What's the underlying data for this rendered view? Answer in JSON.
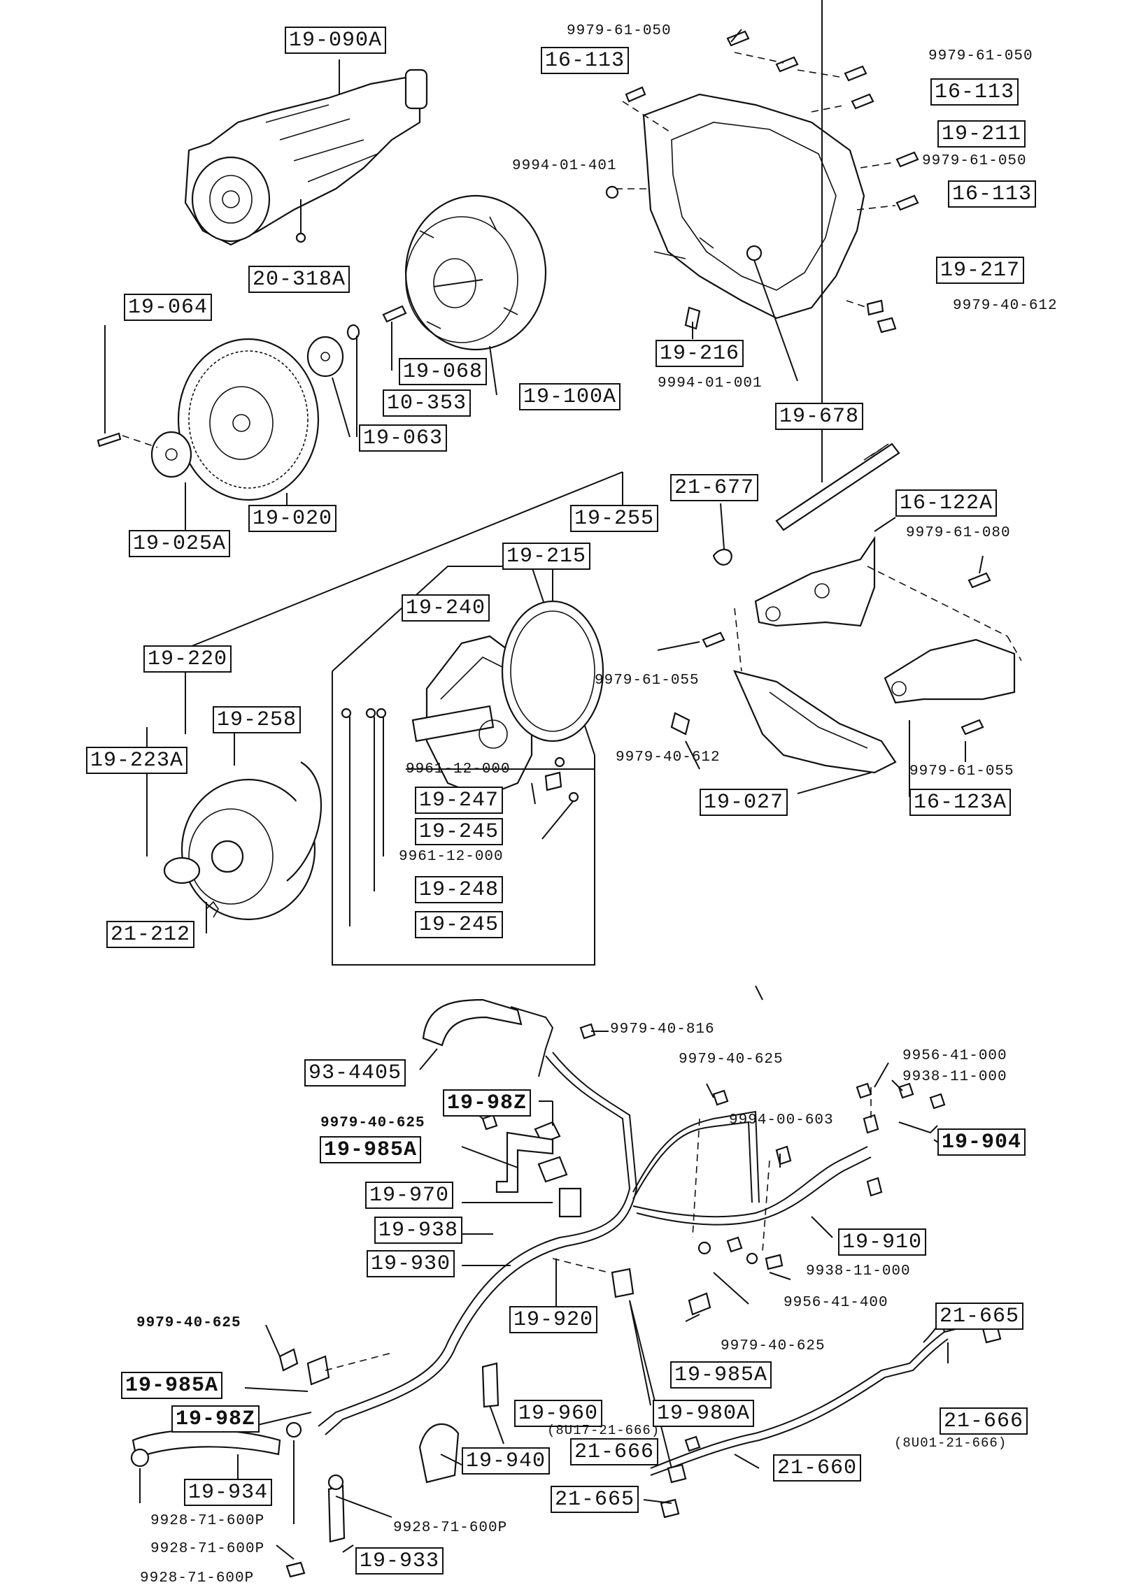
{
  "labels": {
    "l_19_090a": "19-090A",
    "l_20_318a": "20-318A",
    "l_19_064": "19-064",
    "l_19_068": "19-068",
    "l_10_353": "10-353",
    "l_19_100a": "19-100A",
    "l_19_063": "19-063",
    "l_19_020": "19-020",
    "l_19_025a": "19-025A",
    "l_9979_61_050_a": "9979-61-050",
    "l_16_113_a": "16-113",
    "l_9979_61_050_b": "9979-61-050",
    "l_16_113_b": "16-113",
    "l_19_211": "19-211",
    "l_9994_01_401": "9994-01-401",
    "l_9979_61_050_c": "9979-61-050",
    "l_16_113_c": "16-113",
    "l_19_217": "19-217",
    "l_9979_40_612_a": "9979-40-612",
    "l_19_216": "19-216",
    "l_9994_01_001": "9994-01-001",
    "l_19_678": "19-678",
    "l_21_677": "21-677",
    "l_16_122a": "16-122A",
    "l_9979_61_080": "9979-61-080",
    "l_19_255": "19-255",
    "l_19_215": "19-215",
    "l_19_240": "19-240",
    "l_19_220": "19-220",
    "l_19_258": "19-258",
    "l_19_223a": "19-223A",
    "l_9979_61_055_a": "9979-61-055",
    "l_9979_40_612_b": "9979-40-612",
    "l_9979_61_055_b": "9979-61-055",
    "l_19_027": "19-027",
    "l_16_123a": "16-123A",
    "l_9961_12_000_a": "9961-12-000",
    "l_19_247": "19-247",
    "l_19_245_a": "19-245",
    "l_9961_12_000_b": "9961-12-000",
    "l_19_248": "19-248",
    "l_19_245_b": "19-245",
    "l_21_212": "21-212",
    "l_9979_40_816": "9979-40-816",
    "l_93_4405": "93-4405",
    "l_9979_40_625_a": "9979-40-625",
    "l_9956_41_000": "9956-41-000",
    "l_9938_11_000_a": "9938-11-000",
    "l_19_98z_a": "19-98Z",
    "l_9979_40_625_b": "9979-40-625",
    "l_19_985a_a": "19-985A",
    "l_9994_00_603": "9994-00-603",
    "l_19_904": "19-904",
    "l_19_970": "19-970",
    "l_19_938": "19-938",
    "l_19_910": "19-910",
    "l_19_930": "19-930",
    "l_9938_11_000_b": "9938-11-000",
    "l_9956_41_400": "9956-41-400",
    "l_19_920": "19-920",
    "l_21_665_a": "21-665",
    "l_9979_40_625_c": "9979-40-625",
    "l_9979_40_625_d": "9979-40-625",
    "l_19_985a_b": "19-985A",
    "l_19_985a_c": "19-985A",
    "l_19_960": "19-960",
    "l_8u17": "(8U17-21-666)",
    "l_19_980a": "19-980A",
    "l_19_98z_b": "19-98Z",
    "l_21_666_a": "21-666",
    "l_21_666_b": "21-666",
    "l_8u01": "(8U01-21-666)",
    "l_19_940": "19-940",
    "l_19_934": "19-934",
    "l_21_660": "21-660",
    "l_21_665_b": "21-665",
    "l_9928_71_600p_a": "9928-71-600P",
    "l_9928_71_600p_b": "9928-71-600P",
    "l_9928_71_600p_c": "9928-71-600P",
    "l_9928_71_600p_d": "9928-71-600P",
    "l_19_933": "19-933"
  }
}
